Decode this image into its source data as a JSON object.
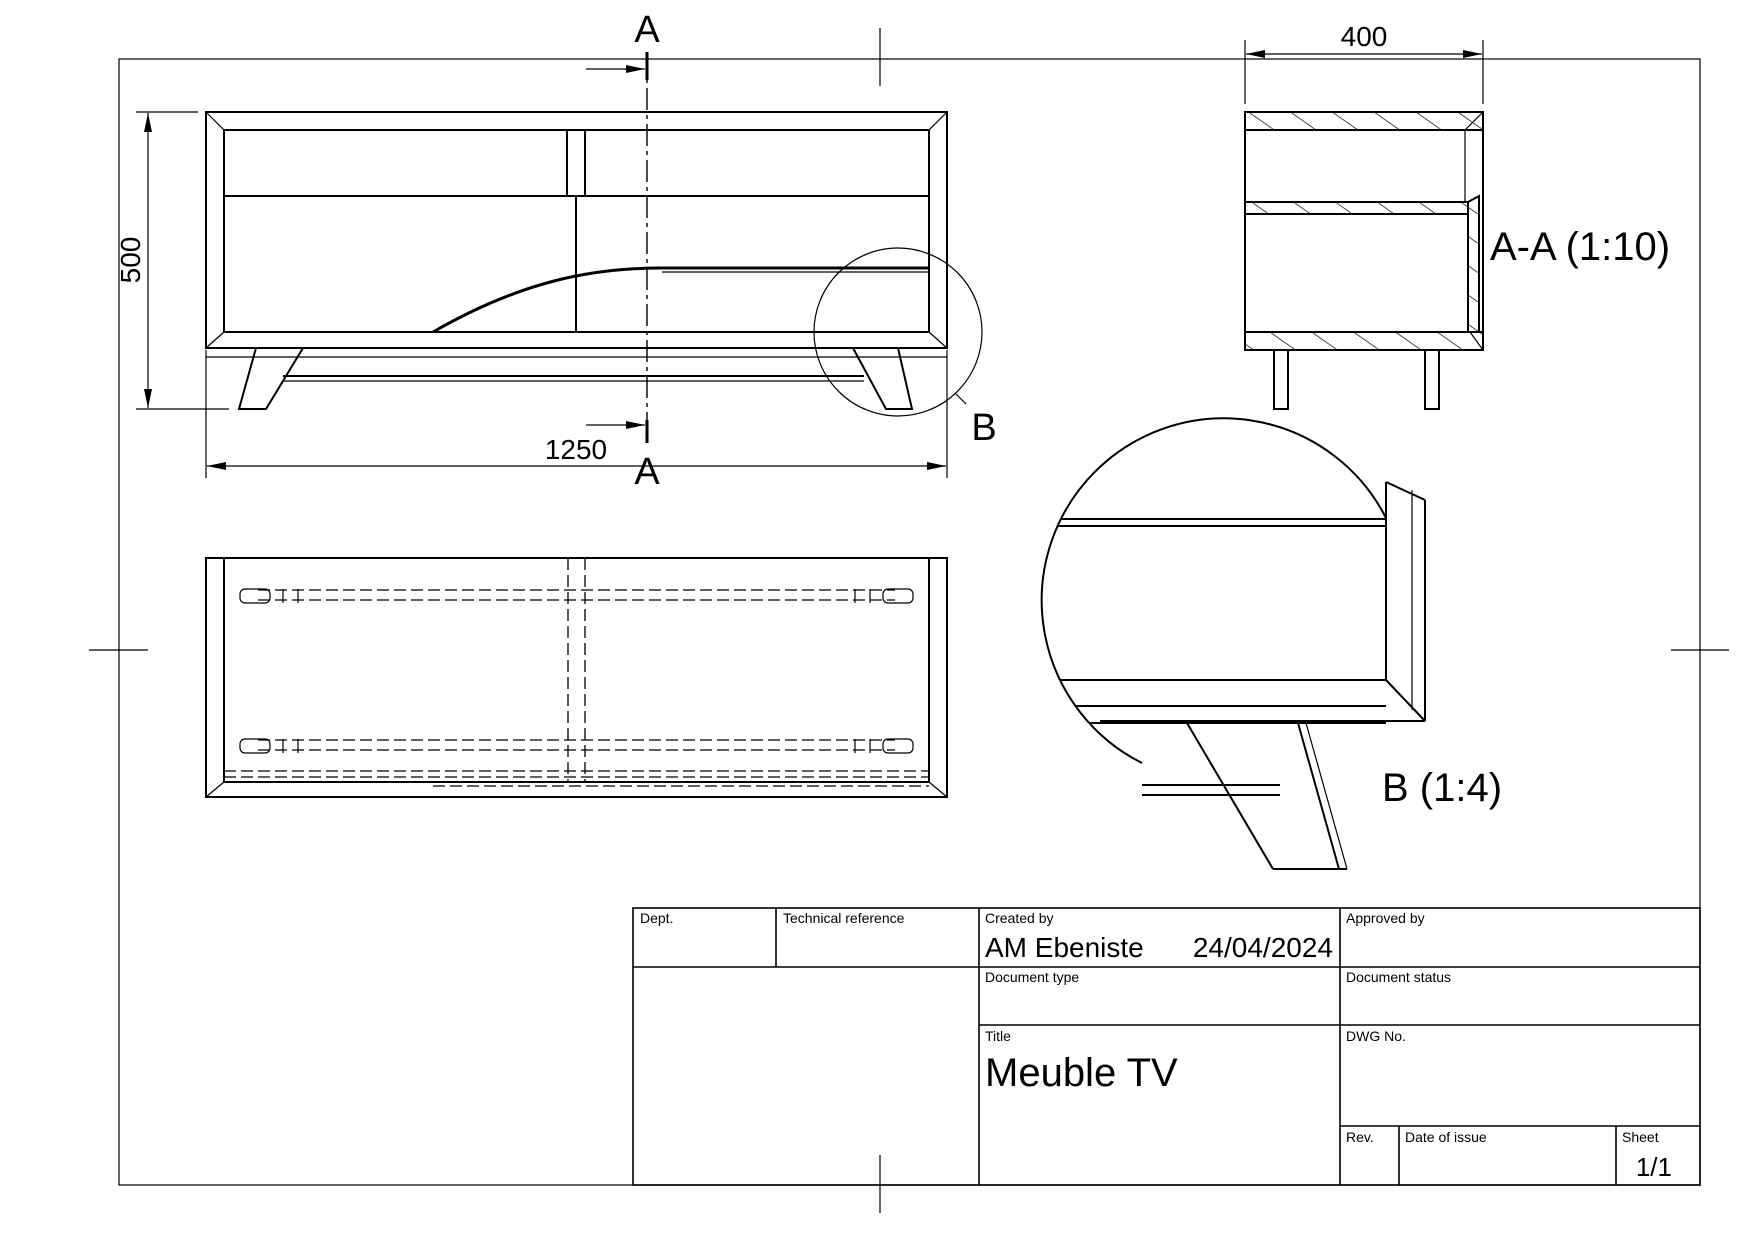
{
  "drawing": {
    "section_letter": "A",
    "detail_letter": "B",
    "dimensions": {
      "width": "1250",
      "height": "500",
      "depth": "400"
    },
    "section_label": "A-A (1:10)",
    "detail_label": "B (1:4)"
  },
  "title_block": {
    "dept_label": "Dept.",
    "techref_label": "Technical reference",
    "created_label": "Created by",
    "created_by": "AM Ebeniste",
    "created_date": "24/04/2024",
    "approved_label": "Approved by",
    "doctype_label": "Document type",
    "docstatus_label": "Document status",
    "title_label": "Title",
    "title": "Meuble TV",
    "dwg_label": "DWG No.",
    "rev_label": "Rev.",
    "date_label": "Date of issue",
    "sheet_label": "Sheet",
    "sheet": "1/1"
  }
}
